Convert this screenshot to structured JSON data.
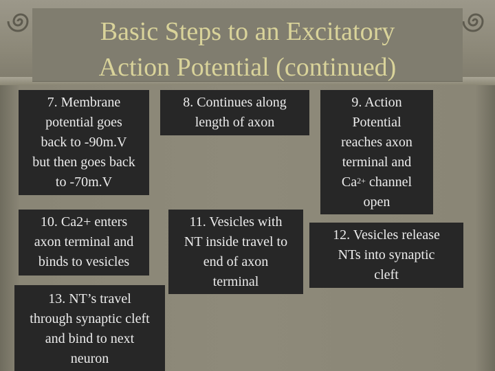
{
  "slide": {
    "title_line1": "Basic Steps to an Excitatory",
    "title_line2": "Action Potential (continued)"
  },
  "steps": {
    "s7": [
      "7. Membrane",
      "potential goes",
      "back to -90m.V",
      "but then goes back",
      "to -70m.V"
    ],
    "s8": [
      "8. Continues along",
      "length of axon"
    ],
    "s9": {
      "l1": "9. Action",
      "l2": "Potential",
      "l3": "reaches axon",
      "l4": "terminal and",
      "l5_pre": "Ca",
      "l5_sup": "2+",
      "l5_post": " channel",
      "l6": "open"
    },
    "s10": [
      "10.  Ca2+ enters",
      "axon terminal and",
      "binds to vesicles"
    ],
    "s11": [
      "11.  Vesicles with",
      "NT inside travel to",
      "end of axon",
      "terminal"
    ],
    "s12": [
      "12. Vesicles release",
      "NTs into synaptic",
      "cleft"
    ],
    "s13": [
      "13.  NT’s travel",
      "through synaptic cleft",
      "and bind to next",
      "neuron"
    ]
  }
}
